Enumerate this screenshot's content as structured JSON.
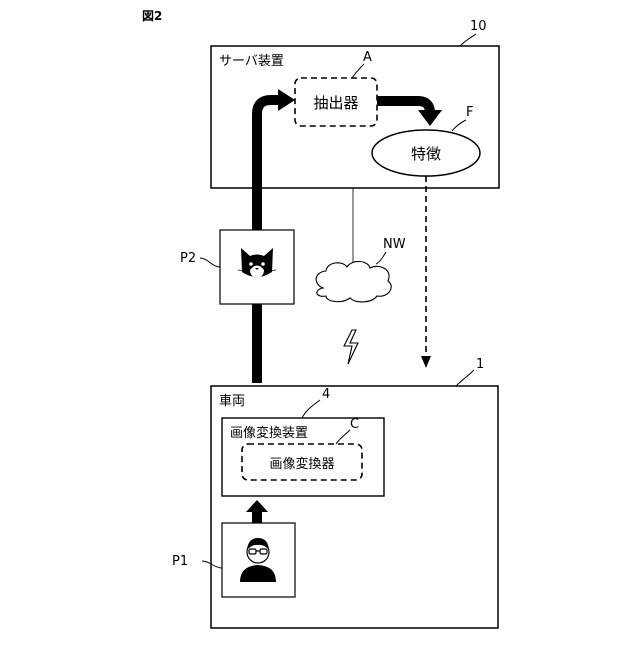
{
  "figure": {
    "label": "図2"
  },
  "server": {
    "title": "サーバ装置",
    "ref": "10"
  },
  "extractor": {
    "label": "抽出器",
    "ref": "A"
  },
  "feature": {
    "label": "特徴",
    "ref": "F"
  },
  "network": {
    "ref": "NW"
  },
  "vehicle": {
    "title": "車両",
    "ref": "1"
  },
  "image_conversion_device": {
    "title": "画像変換装置",
    "ref": "4"
  },
  "image_converter": {
    "label": "画像変換器",
    "ref": "C"
  },
  "image_p1": {
    "ref": "P1",
    "icon": "person-with-glasses-icon"
  },
  "image_p2": {
    "ref": "P2",
    "icon": "cat-face-icon"
  }
}
